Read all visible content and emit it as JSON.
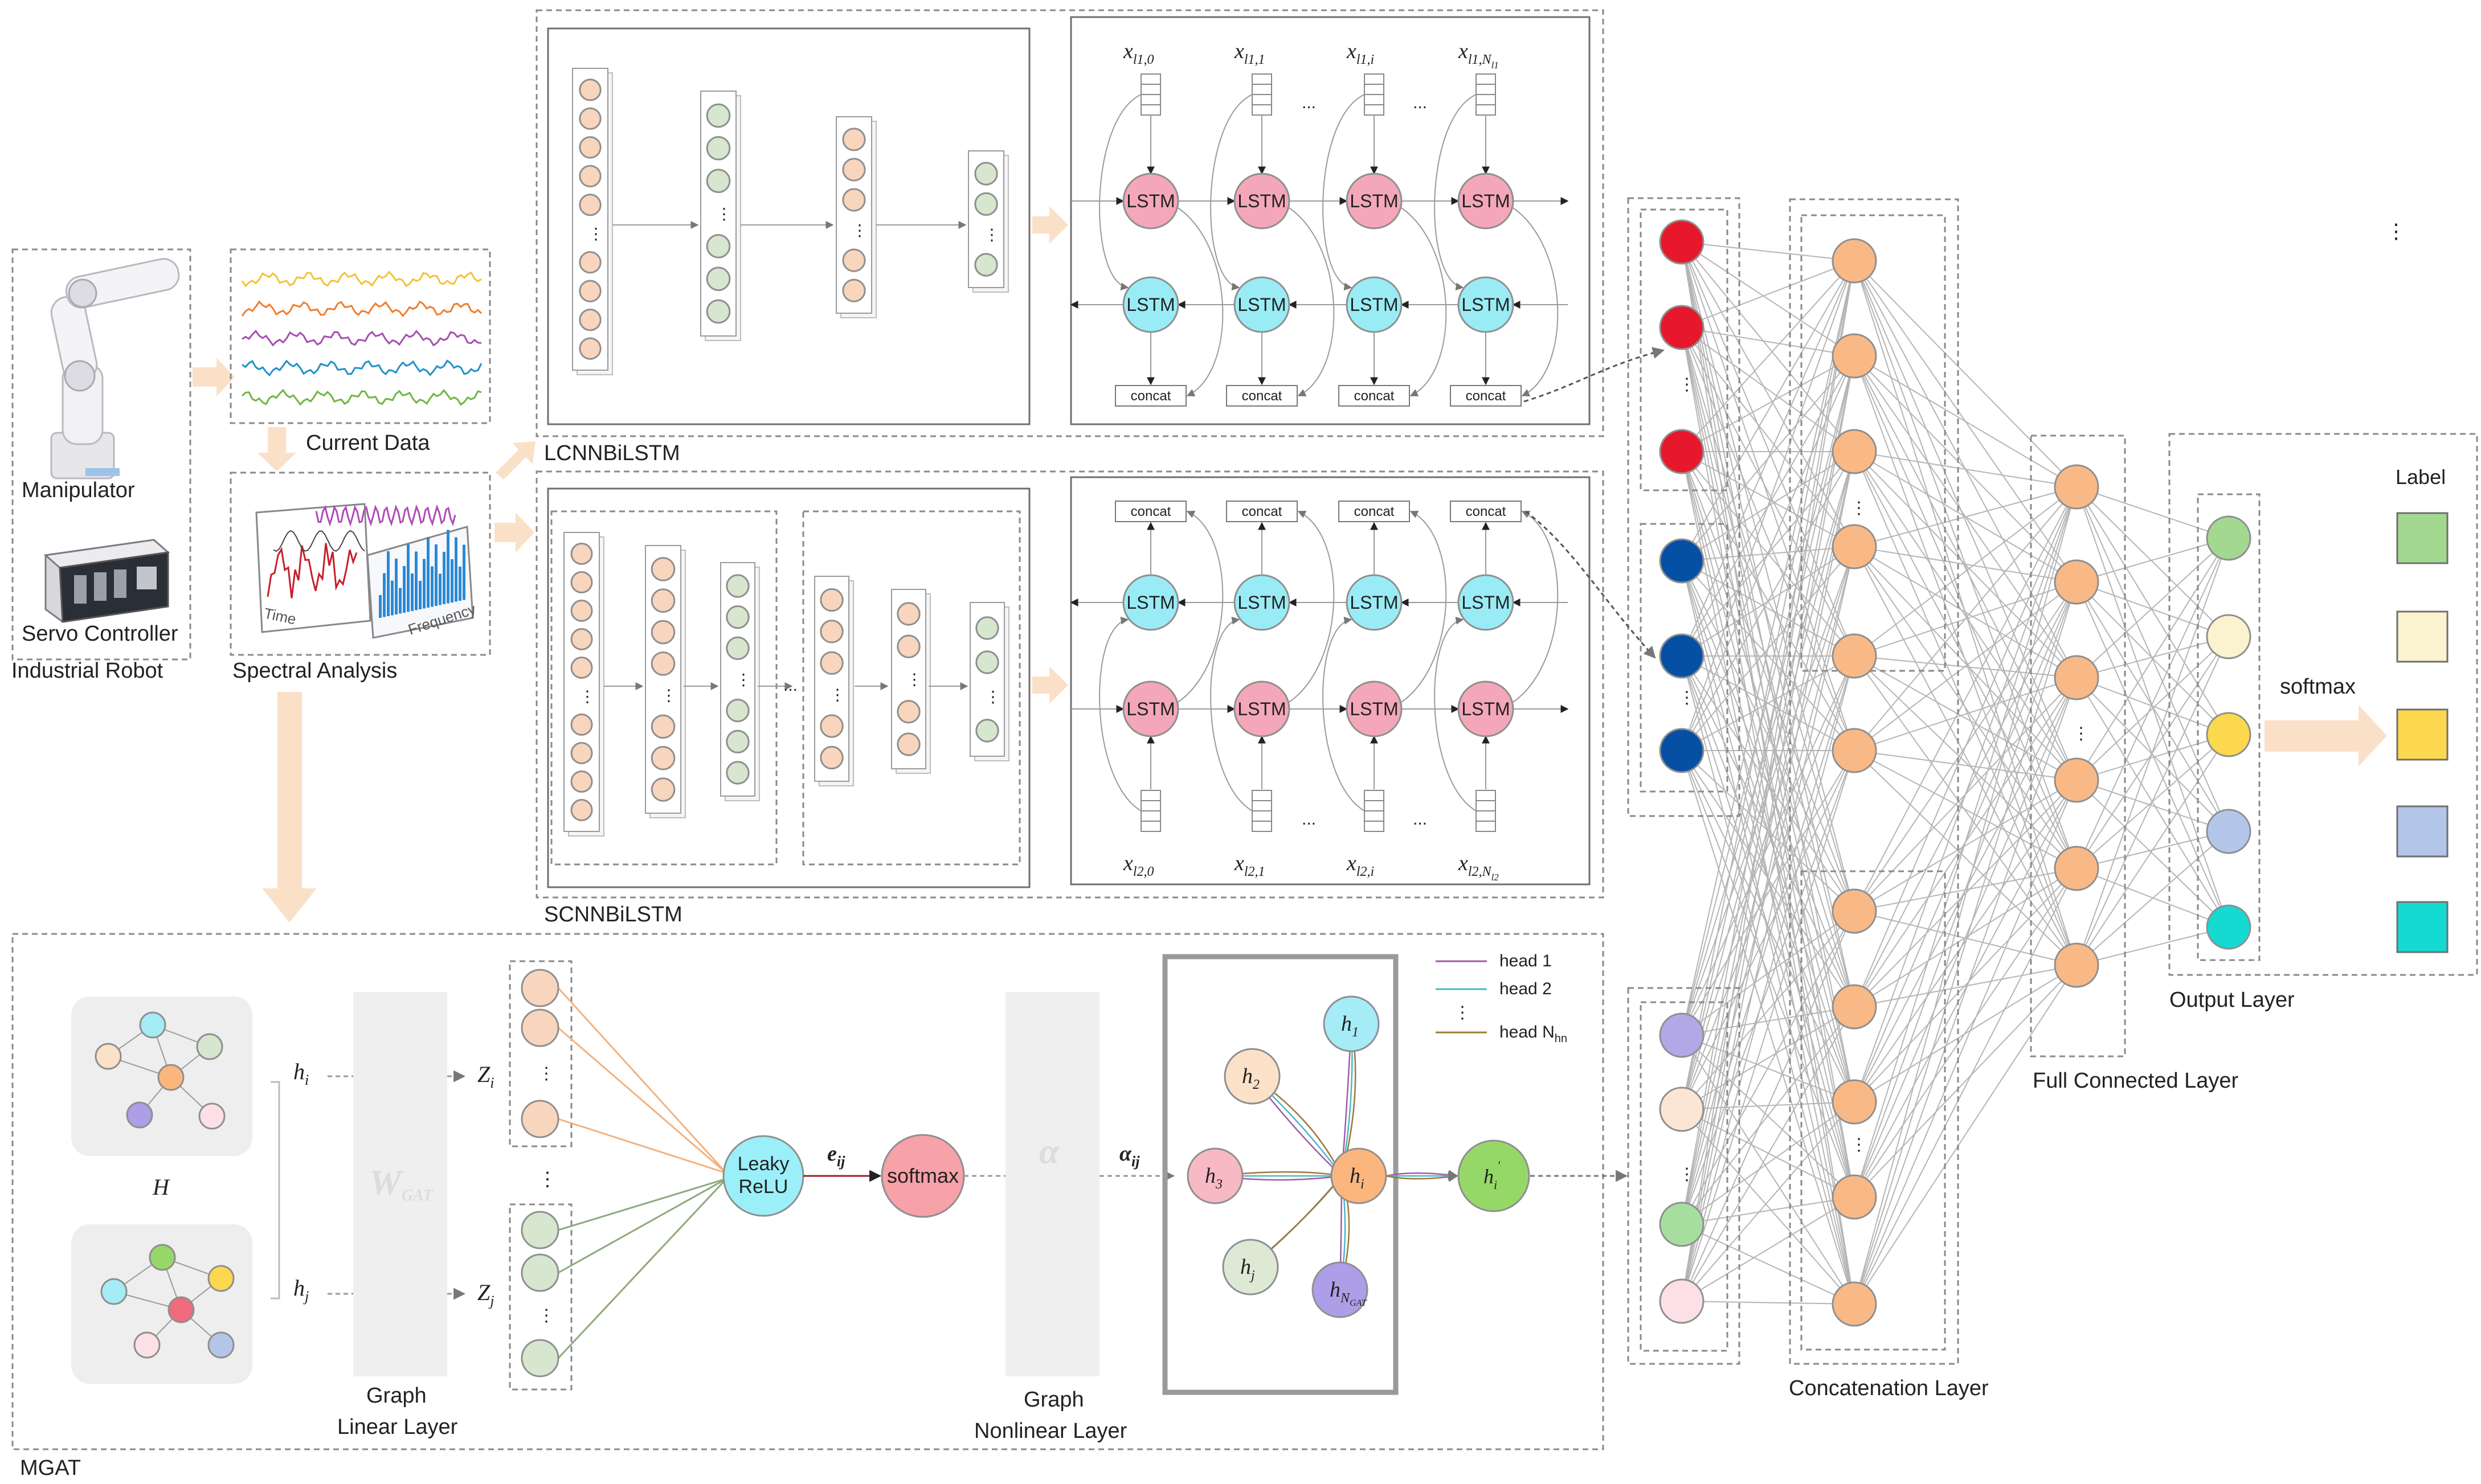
{
  "labels": {
    "industrial_robot": "Industrial Robot",
    "manipulator": "Manipulator",
    "servo_controller": "Servo Controller",
    "current_data": "Current Data",
    "spectral_analysis": "Spectral Analysis",
    "time": "Time",
    "frequency": "Frequency",
    "lcnnbilstm": "LCNNBiLSTM",
    "scnnbilstm": "SCNNBiLSTM",
    "mgat": "MGAT",
    "lstm": "LSTM",
    "concat": "concat",
    "concatenation_layer": "Concatenation Layer",
    "full_connected_layer": "Full Connected Layer",
    "output_layer": "Output Layer",
    "label": "Label",
    "softmax": "softmax",
    "leaky_relu_1": "Leaky",
    "leaky_relu_2": "ReLU",
    "graph_linear_1": "Graph",
    "graph_linear_2": "Linear Layer",
    "graph_nonlinear_1": "Graph",
    "graph_nonlinear_2": "Nonlinear Layer",
    "w_gat": "W",
    "w_gat_sub": "GAT",
    "alpha": "α",
    "H": "H",
    "hi": "h",
    "hi_sub": "i",
    "hj": "h",
    "hj_sub": "j",
    "zi": "Z",
    "zi_sub": "i",
    "zj": "Z",
    "zj_sub": "j",
    "eij": "e",
    "eij_sub": "ij",
    "alphaij": "α",
    "alphaij_sub": "ij",
    "head1": "head 1",
    "head2": "head 2",
    "headN": "head N",
    "headN_sub": "hn",
    "ellipsis": "...",
    "vdots": "⋮",
    "x1": [
      "x",
      "l1,0",
      "l1,1",
      "l1,i",
      "l1,N"
    ],
    "x1_last_sub": "l1",
    "x2": [
      "x",
      "l2,0",
      "l2,1",
      "l2,i",
      "l2,N"
    ],
    "x2_last_sub": "l2",
    "att_nodes": [
      "1",
      "2",
      "3",
      "j",
      "N",
      "i"
    ],
    "att_nodes_extra": "GAT",
    "hi_prime": "h",
    "hi_prime_sub": "i",
    "hi_prime_sup": "'"
  },
  "colors": {
    "orange_node": "#f8d5bd",
    "green_node": "#d6e6cf",
    "lstm_pink": "#f4a7b9",
    "lstm_cyan": "#99ecf5",
    "red_node": "#e8182c",
    "blue_node": "#0550a5",
    "concat_orange": "#f8b987",
    "output_green": "#a3d891",
    "output_cream": "#fbf2cf",
    "output_yellow": "#fcd84e",
    "output_blue": "#b3c6ea",
    "output_cyan": "#14dad1",
    "mgat_purple": "#b3a8e6",
    "mgat_peach": "#fde5d5",
    "mgat_lightgreen": "#a6dea0",
    "mgat_pink": "#fde0e6",
    "leaky_cyan": "#9beff9",
    "softmax_red": "#f7a1a8",
    "hi_orange": "#fbb67e",
    "hi_prime_green": "#96d868",
    "h1_cyan": "#a5ecf6",
    "h2_peach": "#fbe1c8",
    "h3_pink": "#f7b9c3",
    "hj_green": "#dde9d5",
    "hN_purple": "#ad9ee8",
    "head1": "#a05aa8",
    "head2": "#4bb8c4",
    "headN": "#9a7a3a"
  }
}
